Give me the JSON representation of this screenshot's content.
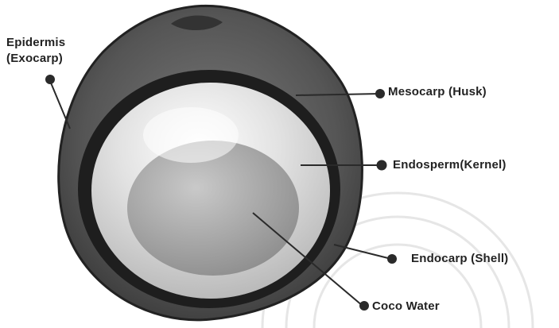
{
  "labels": {
    "epidermis_line1": "Epidermis",
    "epidermis_line2": "(Exocarp)",
    "mesocarp": "Mesocarp (Husk)",
    "endosperm": "Endosperm(Kernel)",
    "endocarp": "Endocarp (Shell)",
    "coco_water": "Coco Water"
  },
  "colors": {
    "husk": "#4a4a4a",
    "shell": "#1e1e1e",
    "kernel": "#d8d8d8",
    "water": "#a8a8a8",
    "pointer": "#2a2a2a"
  }
}
